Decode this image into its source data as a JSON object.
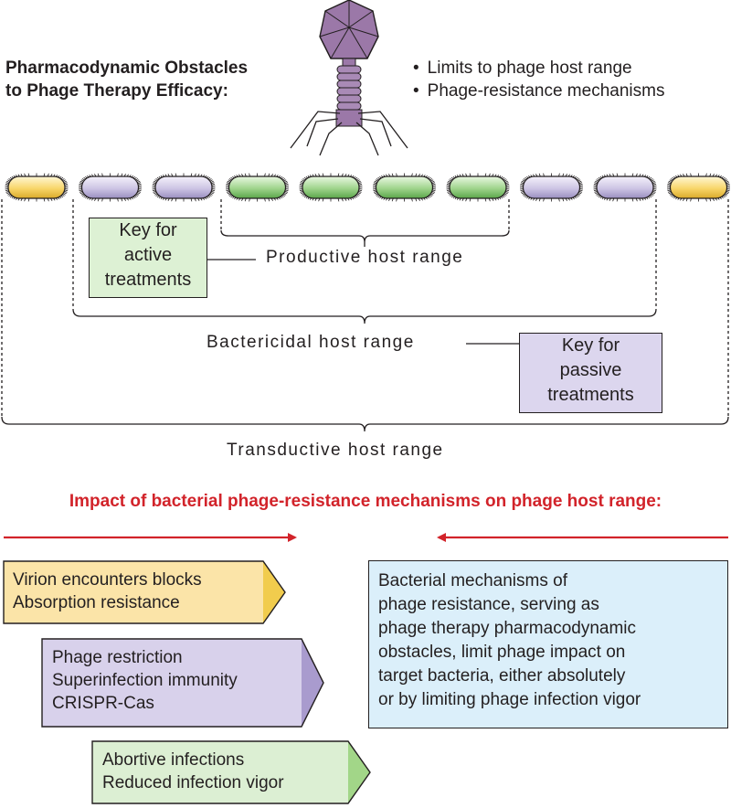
{
  "header": {
    "title_lines": [
      "Pharmacodynamic Obstacles",
      "to Phage Therapy Efficacy:"
    ],
    "bullets": [
      "Limits to phage host range",
      "Phage-resistance mechanisms"
    ]
  },
  "bacteria_row": {
    "colors": [
      "yellow",
      "purple",
      "purple",
      "green",
      "green",
      "green",
      "green",
      "purple",
      "purple",
      "yellow"
    ]
  },
  "palette": {
    "yellow": "#f8d66a",
    "purple": "#cdc5e4",
    "green": "#9fd48c",
    "phage": "#9b78a8",
    "red": "#d2232a",
    "blue_box": "#dbeffa"
  },
  "host_ranges": {
    "productive": "Productive host range",
    "bactericidal": "Bactericidal host range",
    "transductive": "Transductive host range"
  },
  "keys": {
    "active": [
      "Key for",
      "active",
      "treatments"
    ],
    "passive": [
      "Key for",
      "passive",
      "treatments"
    ]
  },
  "impact_heading": "Impact of bacterial phage-resistance mechanisms on phage host range:",
  "mechanism_boxes": [
    {
      "color": "#fbe4a8",
      "tip": "#f1cc4d",
      "lines": [
        "Virion encounters blocks",
        "Absorption resistance"
      ]
    },
    {
      "color": "#d8d1eb",
      "tip": "#a99bce",
      "lines": [
        "Phage restriction",
        "Superinfection immunity",
        "CRISPR-Cas"
      ]
    },
    {
      "color": "#dcefd3",
      "tip": "#a2d688",
      "lines": [
        "Abortive infections",
        "Reduced infection vigor"
      ]
    }
  ],
  "description_lines": [
    "Bacterial mechanisms of",
    "phage resistance, serving as",
    "phage therapy pharmacodynamic",
    "obstacles, limit phage impact on",
    "target bacteria, either absolutely",
    "or by limiting phage infection vigor"
  ]
}
